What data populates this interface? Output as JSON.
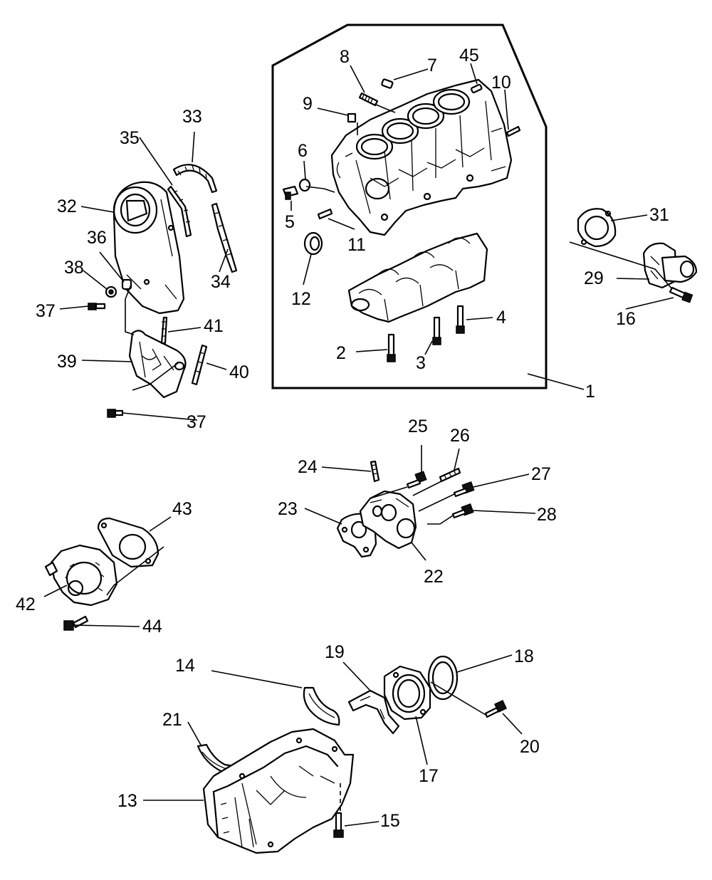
{
  "callouts": {
    "c1": "1",
    "c2": "2",
    "c3": "3",
    "c4": "4",
    "c5": "5",
    "c6": "6",
    "c7": "7",
    "c8": "8",
    "c9": "9",
    "c10": "10",
    "c11": "11",
    "c12": "12",
    "c13": "13",
    "c14": "14",
    "c15": "15",
    "c16": "16",
    "c17": "17",
    "c18": "18",
    "c19": "19",
    "c20": "20",
    "c21": "21",
    "c22": "22",
    "c23": "23",
    "c24": "24",
    "c25": "25",
    "c26": "26",
    "c27": "27",
    "c28": "28",
    "c29": "29",
    "c31": "31",
    "c32": "32",
    "c33": "33",
    "c34": "34",
    "c35": "35",
    "c36": "36",
    "c37a": "37",
    "c37b": "37",
    "c38": "38",
    "c39": "39",
    "c40": "40",
    "c41": "41",
    "c42": "42",
    "c43": "43",
    "c44": "44",
    "c45": "45"
  },
  "parts": {
    "p1": "cylinder-block-assembly",
    "p2": "bearing-cap-bolt",
    "p3": "bearing-cap-bolt",
    "p4": "bearing-cap-bolt",
    "p5": "drain-plug",
    "p6": "plug-washer",
    "p7": "dowel-pin",
    "p8": "stud",
    "p9": "plug",
    "p10": "stud",
    "p11": "oil-jet",
    "p12": "front-oil-seal",
    "p13": "oil-pan",
    "p14": "main-bearing",
    "p15": "oil-pan-bolt",
    "p16": "housing-bolt",
    "p17": "rear-seal-housing",
    "p18": "rear-oil-seal",
    "p19": "thrust-plate",
    "p20": "housing-bolt",
    "p21": "oil-baffle",
    "p22": "water-outlet-housing",
    "p23": "outlet-gasket",
    "p24": "stud",
    "p25": "bolt",
    "p26": "stud",
    "p27": "bolt",
    "p28": "bolt",
    "p29": "thermostat-housing",
    "p31": "housing-gasket",
    "p32": "upper-timing-cover",
    "p33": "upper-cover-seal",
    "p34": "cover-seal",
    "p35": "cover-seal",
    "p36": "grommet",
    "p37": "cover-bolt",
    "p38": "washer",
    "p39": "lower-timing-cover",
    "p40": "lower-cover-seal",
    "p41": "lower-cover-seal",
    "p42": "water-pump",
    "p43": "pump-gasket",
    "p44": "pump-bolt",
    "p45": "dowel-pin"
  }
}
